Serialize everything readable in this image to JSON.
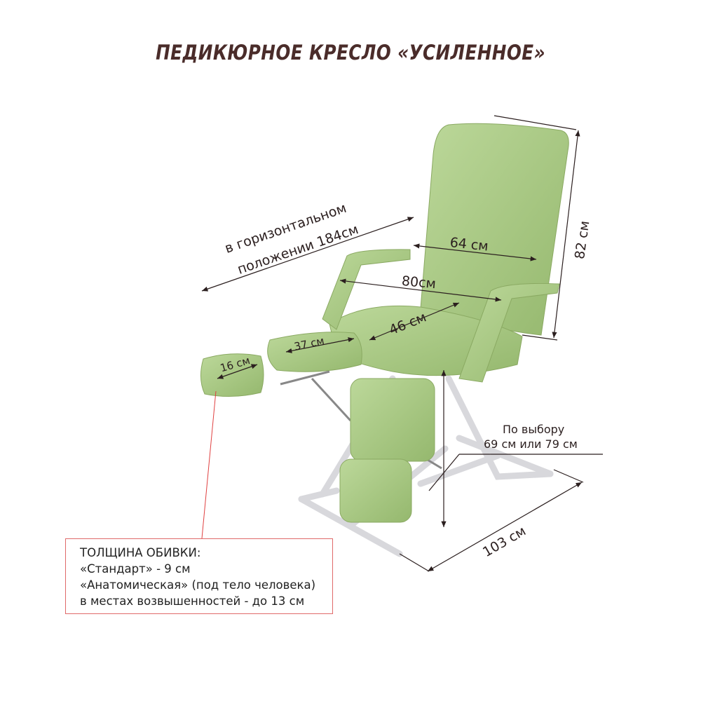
{
  "title": "ПЕДИКЮРНОЕ КРЕСЛО «УСИЛЕННОЕ»",
  "dimensions": {
    "horizontal_line1": "в горизонтальном",
    "horizontal_line2": "положении 184см",
    "backrest_width": "64 см",
    "armrest_span": "80см",
    "seat_depth": "46 см",
    "footrest_length": "37 см",
    "foot_pad": "16 см",
    "back_height": "82 см",
    "seat_height_line1": "По выбору",
    "seat_height_line2": "69 см или 79 см",
    "base_length": "103 см"
  },
  "note": {
    "heading": "ТОЛЩИНА ОБИВКИ:",
    "line1": "«Стандарт» - 9 см",
    "line2": "«Анатомическая» (под тело человека)",
    "line3": "в местах возвышенностей - до 13 см"
  },
  "colors": {
    "upholstery": "#a9c983",
    "frame": "#e9e9ec",
    "title": "#4a2c2a",
    "note_border": "#e06a6a"
  }
}
